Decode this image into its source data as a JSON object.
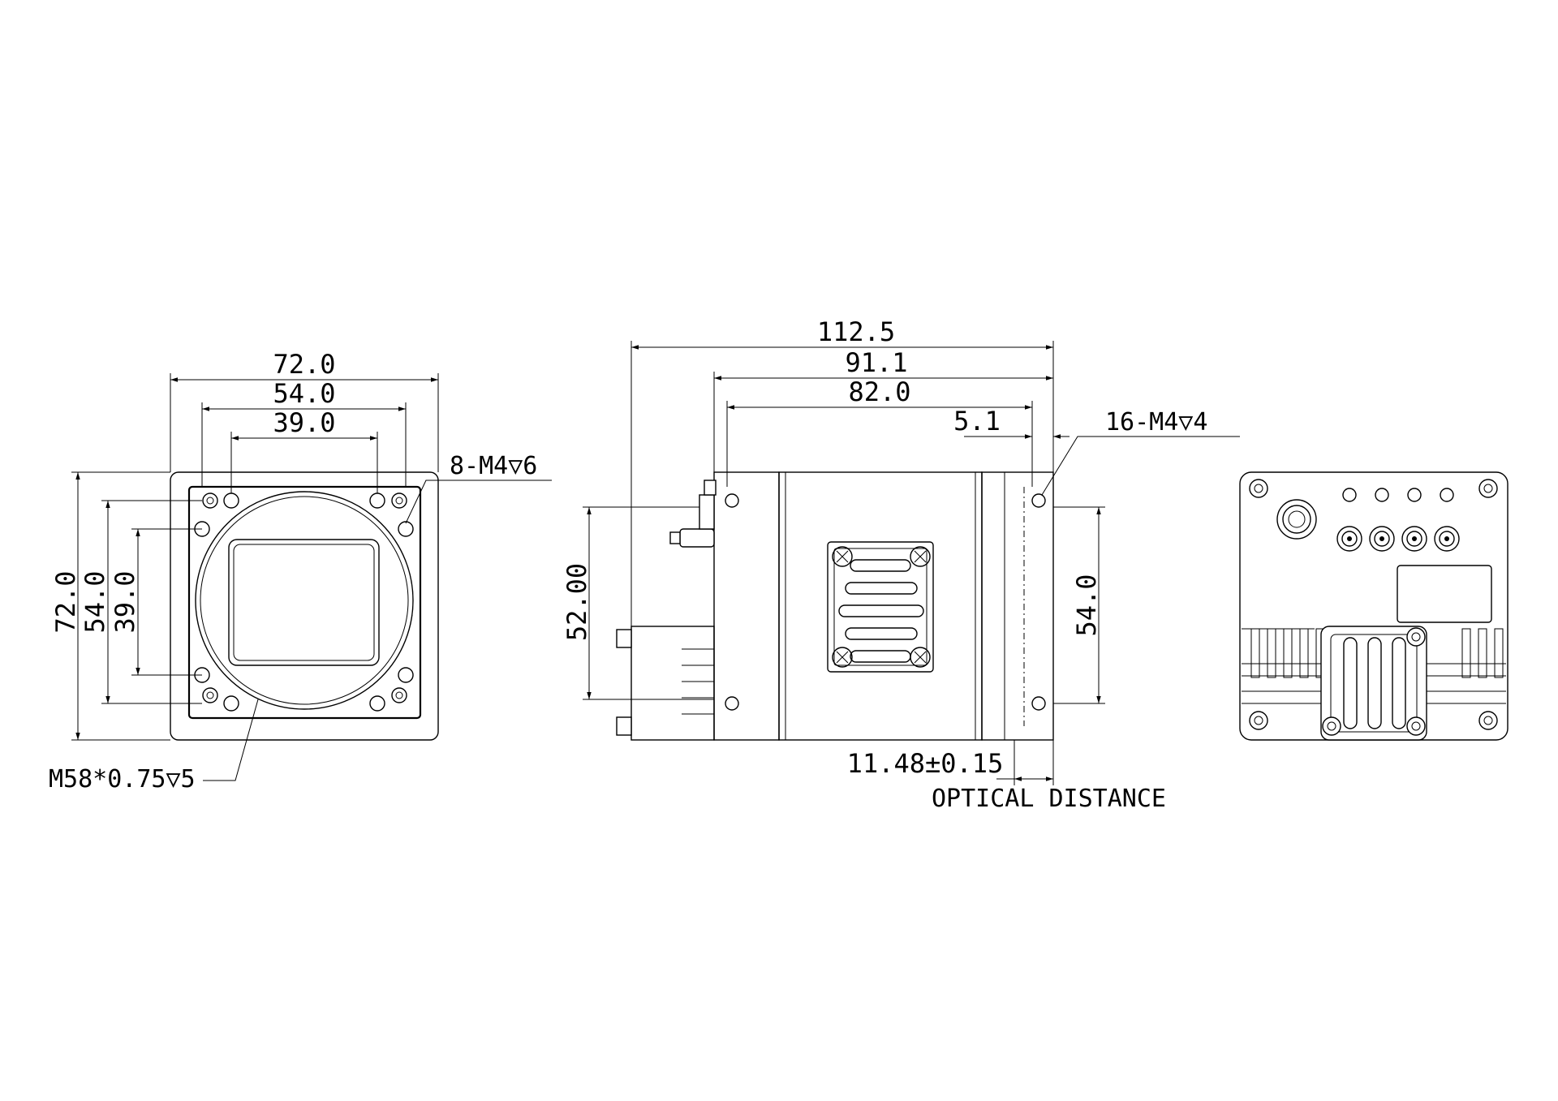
{
  "colors": {
    "line": "#000000",
    "background": "#ffffff"
  },
  "front_view": {
    "dims": {
      "width_outer": "72.0",
      "width_mid": "54.0",
      "width_inner": "39.0",
      "height_outer": "72.0",
      "height_mid": "54.0",
      "height_inner": "39.0"
    },
    "notes": {
      "holes": "8-M4▽6",
      "thread": "M58*0.75▽5"
    }
  },
  "side_view": {
    "dims": {
      "length_total": "112.5",
      "length_91": "91.1",
      "length_82": "82.0",
      "offset_5": "5.1",
      "height_52": "52.00",
      "height_54": "54.0",
      "optical": "11.48±0.15"
    },
    "notes": {
      "holes": "16-M4▽4",
      "optical_label": "OPTICAL DISTANCE"
    }
  }
}
